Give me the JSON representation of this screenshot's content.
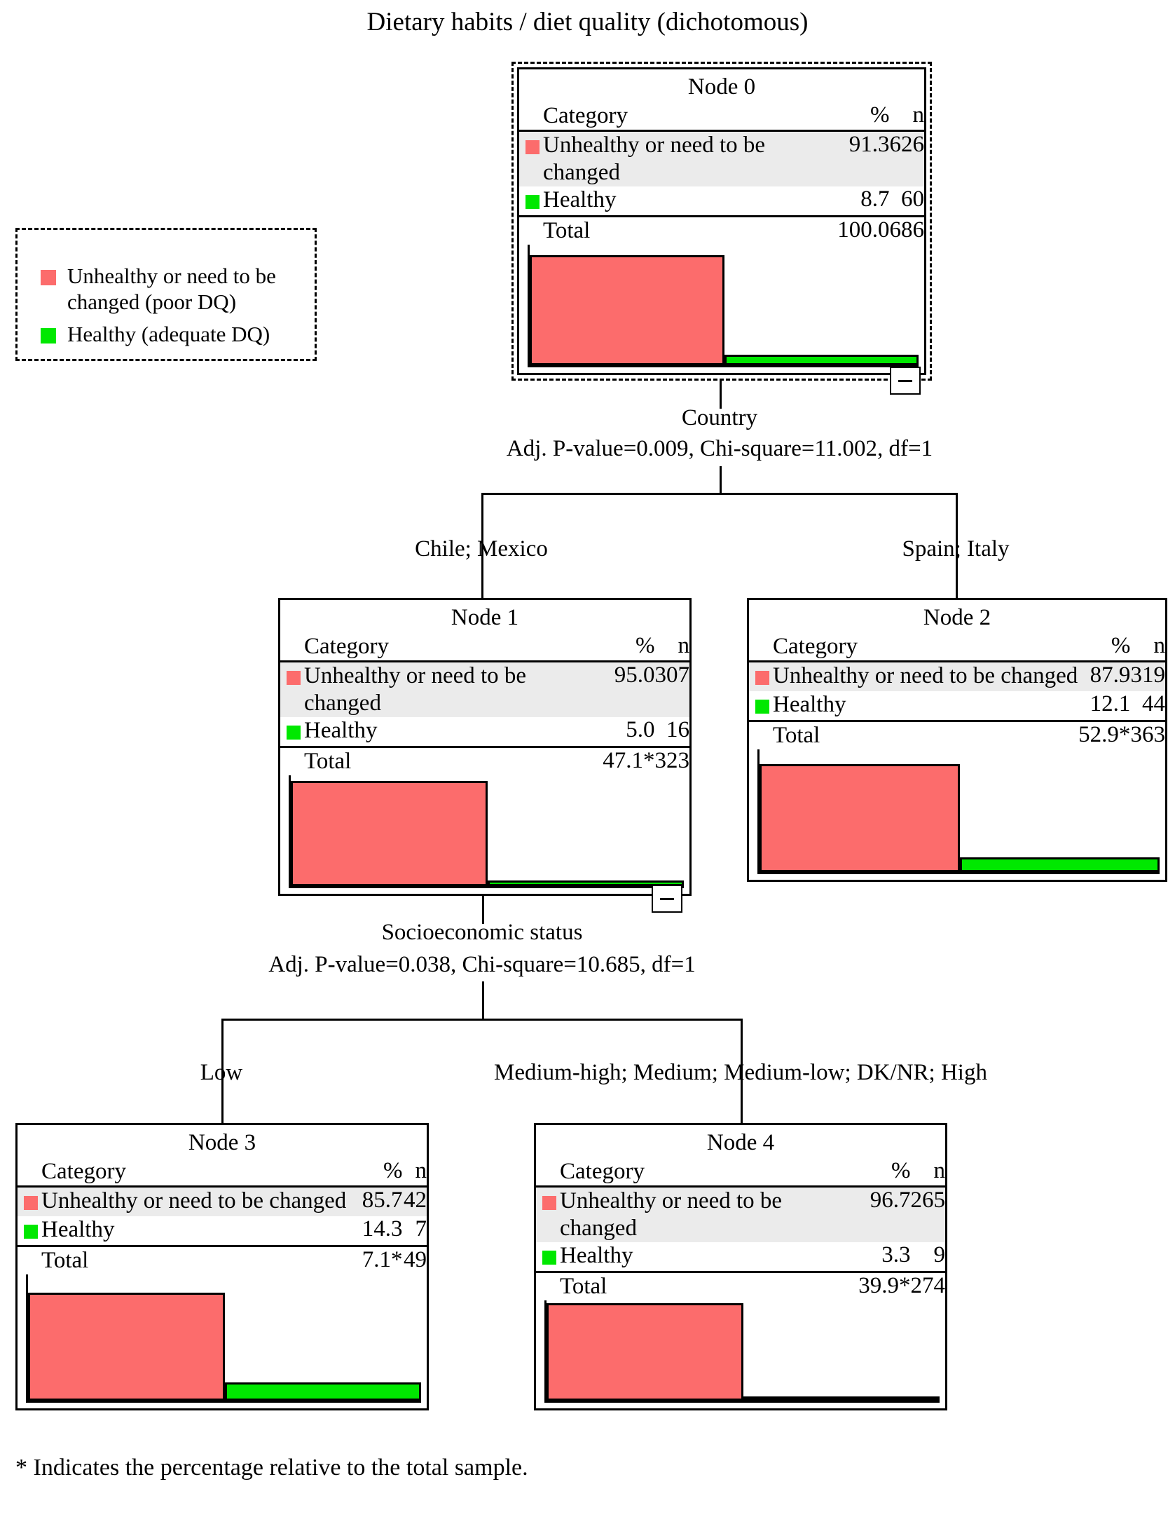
{
  "title": "Dietary habits / diet quality (dichotomous)",
  "footnote": "* Indicates the percentage relative to the total sample.",
  "colors": {
    "unhealthy": "#fc6c6c",
    "healthy": "#00e800",
    "row_highlight": "#ebebeb"
  },
  "legend": {
    "items": [
      {
        "swatch": "red-swatch",
        "label": "Unhealthy or need to be changed (poor DQ)"
      },
      {
        "swatch": "green-swatch",
        "label": "Healthy (adequate DQ)"
      }
    ]
  },
  "table_headers": {
    "category": "Category",
    "percent": "%",
    "n": "n",
    "total": "Total"
  },
  "nodes": {
    "node0": {
      "title": "Node 0",
      "rows": [
        {
          "label": "Unhealthy or need to be changed",
          "pct": "91.3",
          "n": "626"
        },
        {
          "label": "Healthy",
          "pct": "8.7",
          "n": "60"
        }
      ],
      "total": {
        "label": "Total",
        "pct": "100.0",
        "n": "686"
      },
      "collapse": "−"
    },
    "node1": {
      "title": "Node 1",
      "rows": [
        {
          "label": "Unhealthy or need to be changed",
          "pct": "95.0",
          "n": "307"
        },
        {
          "label": "Healthy",
          "pct": "5.0",
          "n": "16"
        }
      ],
      "total": {
        "label": "Total",
        "pct": "47.1*",
        "n": "323"
      },
      "collapse": "−"
    },
    "node2": {
      "title": "Node 2",
      "rows": [
        {
          "label": "Unhealthy or need to be changed",
          "pct": "87.9",
          "n": "319"
        },
        {
          "label": "Healthy",
          "pct": "12.1",
          "n": "44"
        }
      ],
      "total": {
        "label": "Total",
        "pct": "52.9*",
        "n": "363"
      }
    },
    "node3": {
      "title": "Node 3",
      "rows": [
        {
          "label": "Unhealthy or need to be changed",
          "pct": "85.7",
          "n": "42"
        },
        {
          "label": "Healthy",
          "pct": "14.3",
          "n": "7"
        }
      ],
      "total": {
        "label": "Total",
        "pct": "7.1*",
        "n": "49"
      }
    },
    "node4": {
      "title": "Node 4",
      "rows": [
        {
          "label": "Unhealthy or need to be changed",
          "pct": "96.7",
          "n": "265"
        },
        {
          "label": "Healthy",
          "pct": "3.3",
          "n": "9"
        }
      ],
      "total": {
        "label": "Total",
        "pct": "39.9*",
        "n": "274"
      }
    }
  },
  "splits": {
    "split1": {
      "variable": "Country",
      "stats": "Adj. P-value=0.009, Chi-square=11.002, df=1",
      "left_label": "Chile; Mexico",
      "right_label": "Spain; Italy"
    },
    "split2": {
      "variable": "Socioeconomic status",
      "stats": "Adj. P-value=0.038, Chi-square=10.685, df=1",
      "left_label": "Low",
      "right_label": "Medium-high; Medium; Medium-low; DK/NR; High"
    }
  },
  "chart_data": {
    "type": "bar",
    "title": "Dietary habits / diet quality (dichotomous)",
    "categories": [
      "Unhealthy or need to be changed (poor DQ)",
      "Healthy (adequate DQ)"
    ],
    "ylabel": "%",
    "ylim": [
      0,
      100
    ],
    "grid": false,
    "legend_position": "top-left",
    "series": [
      {
        "name": "Node 0",
        "values": [
          91.3,
          8.7
        ],
        "counts": [
          626,
          60
        ],
        "total_pct": 100.0,
        "total_n": 686
      },
      {
        "name": "Node 1",
        "values": [
          95.0,
          5.0
        ],
        "counts": [
          307,
          16
        ],
        "total_pct": 47.1,
        "total_n": 323
      },
      {
        "name": "Node 2",
        "values": [
          87.9,
          12.1
        ],
        "counts": [
          319,
          44
        ],
        "total_pct": 52.9,
        "total_n": 363
      },
      {
        "name": "Node 3",
        "values": [
          85.7,
          14.3
        ],
        "counts": [
          42,
          7
        ],
        "total_pct": 7.1,
        "total_n": 49
      },
      {
        "name": "Node 4",
        "values": [
          96.7,
          3.3
        ],
        "counts": [
          265,
          9
        ],
        "total_pct": 39.9,
        "total_n": 274
      }
    ]
  }
}
